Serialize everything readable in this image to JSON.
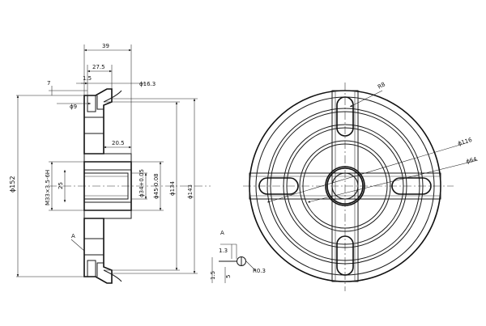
{
  "section_view": {
    "dims": {
      "width_39": "39",
      "width_27_5": "27.5",
      "d_16_3": "ϕ16.3",
      "w_7": "7",
      "w_1_5": "1.5",
      "d_9": "ϕ9",
      "w_20_5": "20.5",
      "d_152": "ϕ152",
      "thread": "M33×3.5-6H",
      "len_25": "25",
      "d_34": "ϕ34+0.05",
      "d_45": "ϕ45-0.08",
      "d_134": "ϕ134",
      "d_143": "ϕ143",
      "detail_ref": "A"
    }
  },
  "detail_view": {
    "label": "A",
    "dims": {
      "w_1_3": "1.3",
      "r_0_3": "R0.3",
      "h_1_5": "1.5",
      "h_5": "5"
    }
  },
  "front_view": {
    "dims": {
      "r8": "R8",
      "d116": "ϕ116",
      "d64": "ϕ64"
    }
  }
}
